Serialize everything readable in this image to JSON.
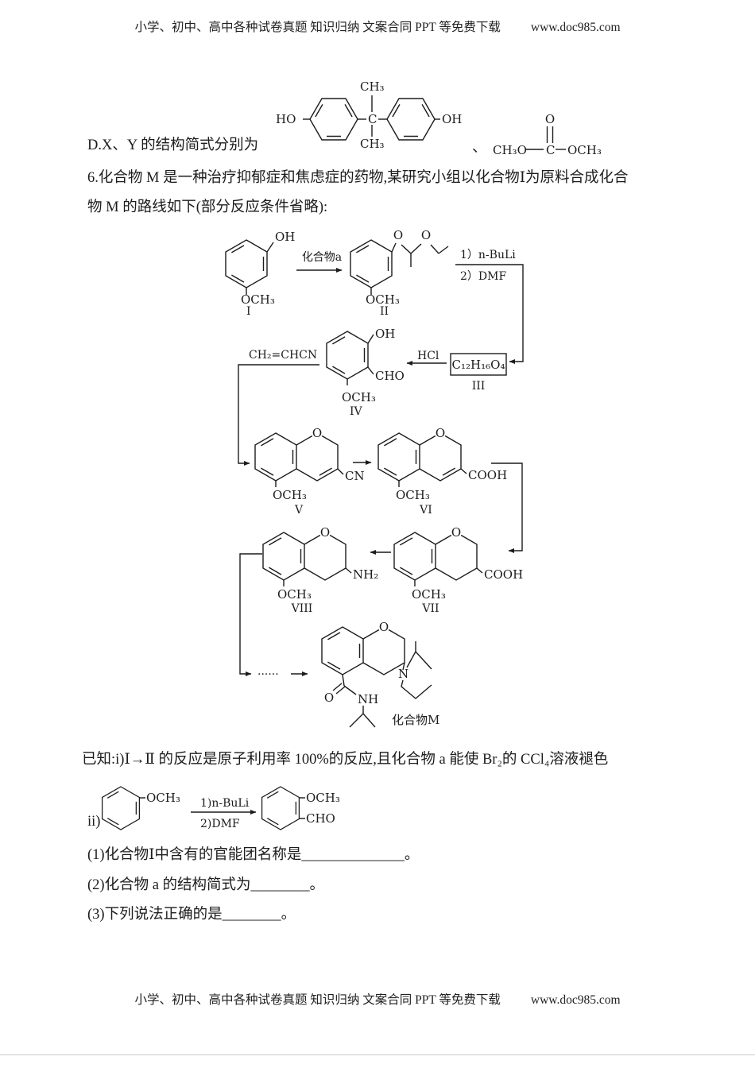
{
  "header": {
    "text": "小学、初中、高中各种试卷真题  知识归纳  文案合同  PPT 等免费下载",
    "url": "www.doc985.com"
  },
  "footer": {
    "text": "小学、初中、高中各种试卷真题  知识归纳  文案合同  PPT 等免费下载",
    "url": "www.doc985.com"
  },
  "option_d": {
    "label": "D.X、Y 的结构简式分别为",
    "separator": "、",
    "ho": "HO",
    "oh": "OH",
    "ch3": "CH₃",
    "c": "C",
    "o": "O",
    "ch3o": "CH₃O",
    "och3": "OCH₃"
  },
  "question6": {
    "line1": "6.化合物 M 是一种治疗抑郁症和焦虑症的药物,某研究小组以化合物Ⅰ为原料合成化合",
    "line2": "物 M 的路线如下(部分反应条件省略):"
  },
  "scheme": {
    "compound_a": "化合物a",
    "nbuli_step1": "1）n-BuLi",
    "nbuli_step2": "2）DMF",
    "hcl": "HCl",
    "box_formula": "C₁₂H₁₆O₄",
    "acrylonitrile": "CH₂=CHCN",
    "ellipsis": "······",
    "m_label": "化合物M",
    "roman": {
      "r1": "I",
      "r2": "II",
      "r3": "III",
      "r4": "IV",
      "r5": "V",
      "r6": "VI",
      "r7": "VII",
      "r8": "VIII"
    },
    "atoms": {
      "o": "O",
      "oh": "OH",
      "och3": "OCH₃",
      "cho": "CHO",
      "cn": "CN",
      "cooh": "COOH",
      "nh2": "NH₂",
      "n": "N",
      "nh": "NH"
    }
  },
  "known": {
    "intro": "已知:i)Ⅰ→Ⅱ 的反应是原子利用率 100%的反应,且化合物 a 能使 Br₂的 CCl₄溶液褪色",
    "ii_label": "ii)",
    "step1": "1)n-BuLi",
    "step2": "2)DMF",
    "och3": "OCH₃",
    "cho": "CHO"
  },
  "questions": {
    "q1": "(1)化合物Ⅰ中含有的官能团名称是______________。",
    "q2": "(2)化合物 a 的结构简式为________。",
    "q3": "(3)下列说法正确的是________。"
  }
}
